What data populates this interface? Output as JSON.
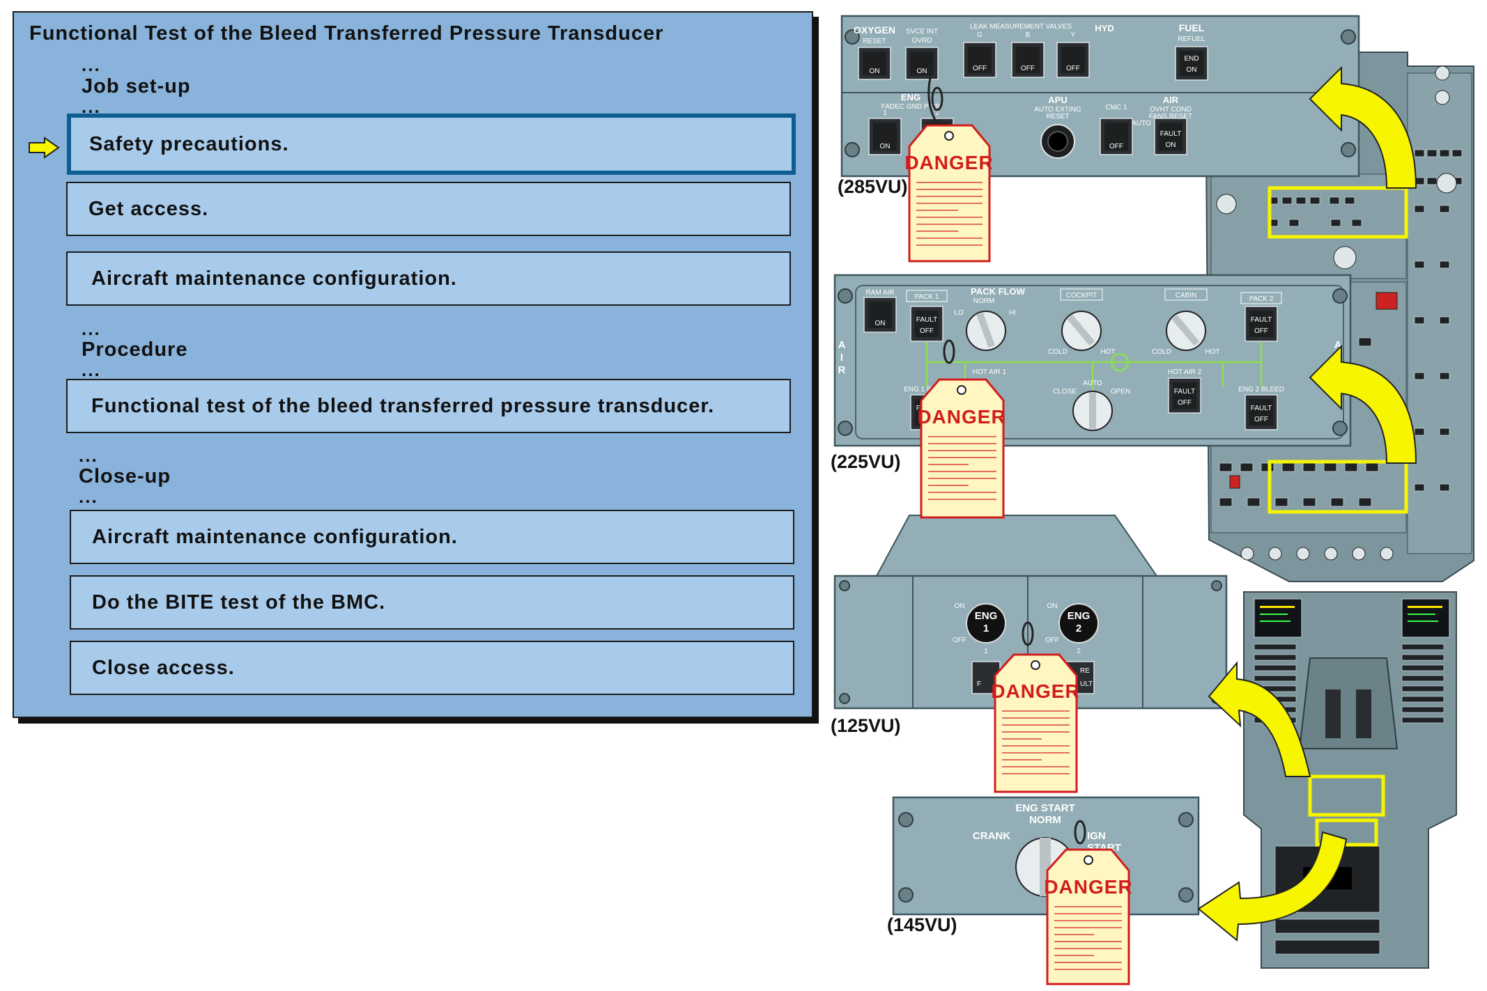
{
  "task": {
    "title": "Functional Test of the Bleed Transferred Pressure Transducer",
    "ellipsis": "...",
    "sections": {
      "setup": "Job set-up",
      "procedure": "Procedure",
      "closeup": "Close-up"
    },
    "steps": [
      "Safety precautions.",
      "Get access.",
      "Aircraft maintenance configuration.",
      "Functional test of the bleed transferred pressure transducer.",
      "Aircraft maintenance configuration.",
      "Do the BITE test of the BMC.",
      "Close access."
    ],
    "current_step_index": 0
  },
  "panels": {
    "p285": {
      "id": "(285VU)",
      "oxygen": "OXYGEN",
      "reset": "RESET",
      "svce_int": "SVCE INT",
      "ovrd": "OVRD",
      "leak": "LEAK MEASUREMENT VALVES",
      "hyd": "HYD",
      "g": "G",
      "b": "B",
      "y": "Y",
      "fuel": "FUEL",
      "refuel": "REFUEL",
      "on": "ON",
      "off": "OFF",
      "end": "END",
      "eng": "ENG",
      "fadec": "FADEC GND PWR",
      "eng1": "1",
      "eng2": "2",
      "apu": "APU",
      "apu_sub": "AUTO EXTING",
      "apu_reset": "RESET",
      "cmc": "CMC 1",
      "auto": "AUTO",
      "air": "AIR",
      "air_sub": "OVHT COND",
      "fans": "FANS RESET",
      "fault": "FAULT"
    },
    "p225": {
      "id": "(225VU)",
      "ram_air": "RAM AIR",
      "pack1": "PACK  1",
      "pack2": "PACK  2",
      "pack_flow": "PACK FLOW",
      "norm": "NORM",
      "lo": "LO",
      "hi": "HI",
      "cockpit": "COCKPIT",
      "cabin": "CABIN",
      "cold": "COLD",
      "hot": "HOT",
      "air_letters": [
        "A",
        "I",
        "R"
      ],
      "eng1_bleed": "ENG 1 BLEED",
      "eng2_bleed": "ENG 2 BLEED",
      "hot_air1": "HOT AIR 1",
      "hot_air2": "HOT AIR 2",
      "close": "CLOSE",
      "auto": "AUTO",
      "open": "OPEN",
      "fault": "FAULT",
      "off": "OFF",
      "on": "ON"
    },
    "p125": {
      "id": "(125VU)",
      "on": "ON",
      "off": "OFF",
      "eng1": "ENG",
      "eng1_num": "1",
      "eng2": "ENG",
      "eng2_num": "2",
      "n1": "1",
      "n2": "2",
      "fire": "RE",
      "fault_partial": "ULT",
      "f_partial": "F"
    },
    "p145": {
      "id": "(145VU)",
      "eng_start": "ENG START",
      "norm": "NORM",
      "crank": "CRANK",
      "ign": "IGN",
      "start": "START"
    }
  },
  "tag": {
    "title": "DANGER"
  },
  "colors": {
    "panel_bg": "#89b3da",
    "step_bg": "#a9cbeb",
    "current_border": "#0d5d93",
    "pointer_arrow": "#f7f500",
    "tag_red": "#d21c1c",
    "tag_fill": "#fff6c2",
    "highlight": "#f5f500",
    "cockpit_grey": "#93aeb6"
  }
}
